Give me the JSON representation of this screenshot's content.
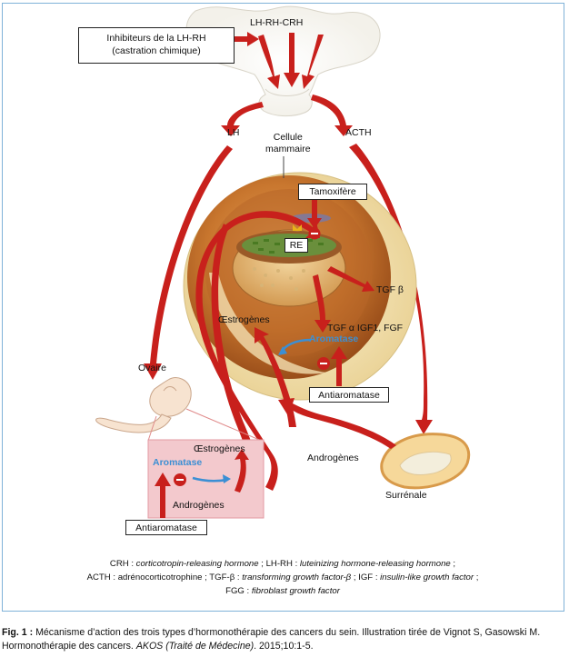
{
  "labels": {
    "lhrh_crh": "LH-RH-CRH",
    "inhibitors_line1": "Inhibiteurs de la LH-RH",
    "inhibitors_line2": "(castration chimique)",
    "lh": "LH",
    "acth": "ACTH",
    "cell_line1": "Cellule",
    "cell_line2": "mammaire",
    "tamoxifene": "Tamoxifère",
    "re": "RE",
    "tgf_beta": "TGF β",
    "tgf_alpha": "TGF α IGF1, FGF",
    "oestrogenes_cell": "Œstrogènes",
    "aromatase_cell": "Aromatase",
    "antiaromatase_cell": "Antiaromatase",
    "ovaire": "Ovaire",
    "oestrogenes_ovary": "Œstrogènes",
    "aromatase_ovary": "Aromatase",
    "androgenes_ovary": "Androgènes",
    "antiaromatase_ovary": "Antiaromatase",
    "androgenes_adrenal": "Androgènes",
    "surrenale": "Surrénale"
  },
  "legend": {
    "l1_a": "CRH : ",
    "l1_b": "corticotropin-releasing hormone",
    "l1_c": " ; LH-RH : ",
    "l1_d": "luteinizing hormone-releasing hormone",
    "l1_e": " ;",
    "l2_a": "ACTH : adrénocorticotrophine ; TGF-β : ",
    "l2_b": "transforming growth factor-β",
    "l2_c": " ; IGF : ",
    "l2_d": "insulin-like growth factor",
    "l2_e": " ;",
    "l3_a": "FGG : ",
    "l3_b": "fibroblast growth factor"
  },
  "caption": {
    "fig": "Fig. 1 :",
    "text1": " Mécanisme d’action des trois types d’hormonothérapie des cancers du sein. Illustration tirée de Vignot S, Gasowski M. Hormonothérapie des cancers. ",
    "journal": "AKOS (Traité de Médecine)",
    "text2": ". 2015;10:1-5."
  },
  "colors": {
    "arrow_red": "#c8201c",
    "aromatase_blue": "#3b8fd4",
    "frame_blue": "#7fb2d8",
    "cell_outer": "#c8762e",
    "cell_inner": "#f1dca8",
    "ovary_box_pink": "#f3c9cd"
  }
}
